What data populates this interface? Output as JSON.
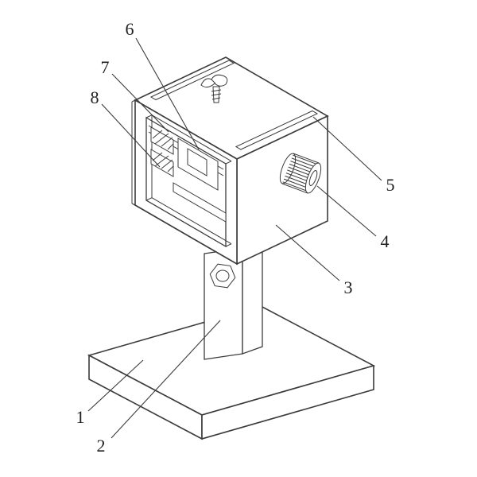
{
  "figure": {
    "kind": "patent-style-line-drawing",
    "background_color": "#ffffff",
    "ink_color": "#3b3b3b",
    "label_color": "#1f1f1f",
    "labels": [
      {
        "text": "1"
      },
      {
        "text": "2"
      },
      {
        "text": "3"
      },
      {
        "text": "4"
      },
      {
        "text": "5"
      },
      {
        "text": "6"
      },
      {
        "text": "7"
      },
      {
        "text": "8"
      }
    ]
  }
}
